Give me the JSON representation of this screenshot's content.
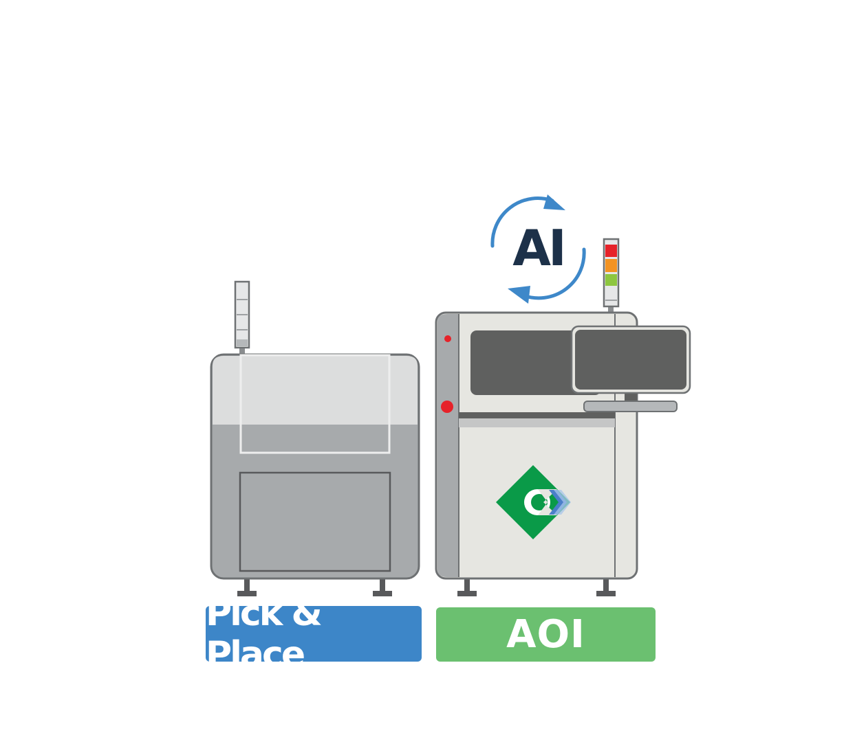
{
  "labels": {
    "pick_place": "Pick & Place",
    "aoi": "AOI",
    "ai": "AI"
  },
  "colors": {
    "pick_place_label": "#3d86c8",
    "aoi_label": "#6bc070",
    "ai_text": "#1d3149",
    "ai_arrows": "#3e88c9",
    "logo_green": "#0a9a48",
    "logo_blue": "#4a7fc9",
    "tower_red": "#e62229",
    "tower_orange": "#f39322",
    "tower_green": "#8dc63f"
  },
  "icons": {
    "ai_cycle": "circular-arrows-icon",
    "logo": "diamond-c-logo-icon"
  }
}
